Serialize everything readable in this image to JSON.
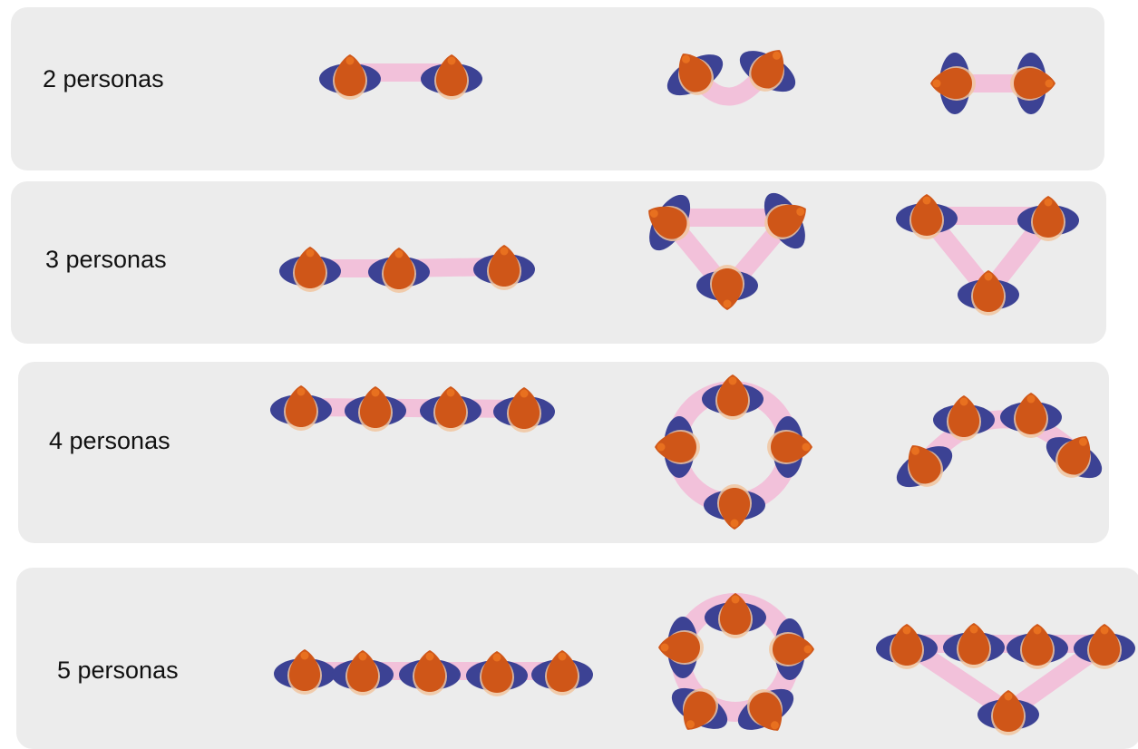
{
  "colors": {
    "panel": "#ececec",
    "link": "#f2c1da",
    "body": "#3c4294",
    "head": "#cf5618",
    "skin": "#f1c6a0",
    "nose": "#e8701f"
  },
  "rows": [
    {
      "label": "2 personas",
      "arrangements": [
        "line",
        "arc",
        "facing-pair"
      ]
    },
    {
      "label": "3 personas",
      "arrangements": [
        "line",
        "triangle-inward",
        "triangle"
      ]
    },
    {
      "label": "4 personas",
      "arrangements": [
        "line",
        "ring",
        "arc"
      ]
    },
    {
      "label": "5 personas",
      "arrangements": [
        "line",
        "ring",
        "triangle"
      ]
    }
  ]
}
